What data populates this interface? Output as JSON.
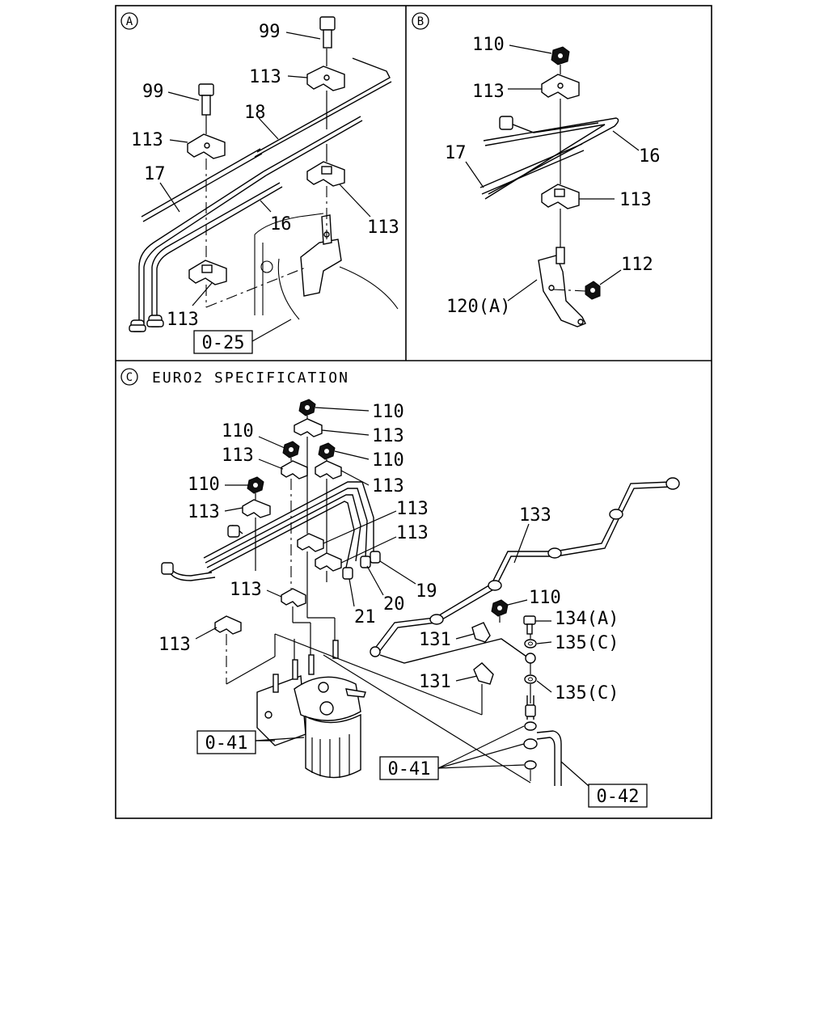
{
  "panels": {
    "a": {
      "marker": "A"
    },
    "b": {
      "marker": "B"
    },
    "c": {
      "marker": "C",
      "title": "EURO2 SPECIFICATION"
    }
  },
  "callouts": {
    "a": {
      "bolt_top": "99",
      "bolt_left": "99",
      "clamp_top": "113",
      "clamp_left": "113",
      "clamp_right": "113",
      "clamp_bottom": "113",
      "pipe_18": "18",
      "pipe_17": "17",
      "pipe_16": "16",
      "ref_box": "0-25"
    },
    "b": {
      "nut": "110",
      "clamp_top": "113",
      "clamp_bottom": "113",
      "pipe_17": "17",
      "pipe_16": "16",
      "nut_112": "112",
      "bracket": "120(A)"
    },
    "c": {
      "nut_top": "110",
      "clamp_top": "113",
      "nut_left": "110",
      "nut_right": "110",
      "clamp_left": "113",
      "clamp_right": "113",
      "nut_far_left": "110",
      "clamp_far_left": "113",
      "clamp_mid_1": "113",
      "clamp_mid_2": "113",
      "clamp_lower": "113",
      "clamp_bottom_left": "113",
      "pipe_19": "19",
      "pipe_20": "20",
      "pipe_21": "21",
      "pipe_133": "133",
      "nut_110_mid": "110",
      "bolt_134": "134(A)",
      "washer_135_a": "135(C)",
      "washer_135_b": "135(C)",
      "bracket_131_a": "131",
      "bracket_131_b": "131",
      "ref_041_a": "0-41",
      "ref_041_b": "0-41",
      "ref_042": "0-42"
    }
  }
}
